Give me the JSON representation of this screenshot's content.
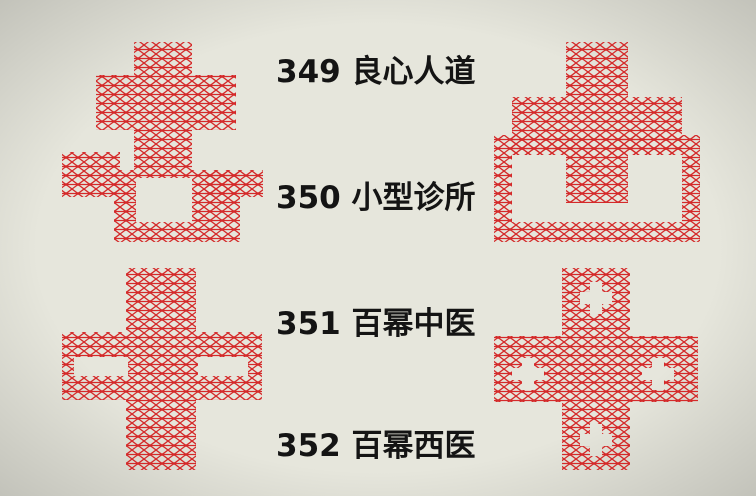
{
  "colors": {
    "background": "#e6e6dc",
    "pattern": "#d42a2a",
    "text": "#141414"
  },
  "items": [
    {
      "label": "349 良心人道"
    },
    {
      "label": "350 小型诊所"
    },
    {
      "label": "351 百幂中医"
    },
    {
      "label": "352 百幂西医"
    }
  ],
  "figures": [
    {
      "name": "figure-349-pattern",
      "motif": "cross-lattice"
    },
    {
      "name": "figure-350-pattern",
      "motif": "cross-lattice"
    },
    {
      "name": "figure-351-pattern",
      "motif": "cross-lattice"
    },
    {
      "name": "figure-352-pattern",
      "motif": "cross-lattice"
    }
  ]
}
